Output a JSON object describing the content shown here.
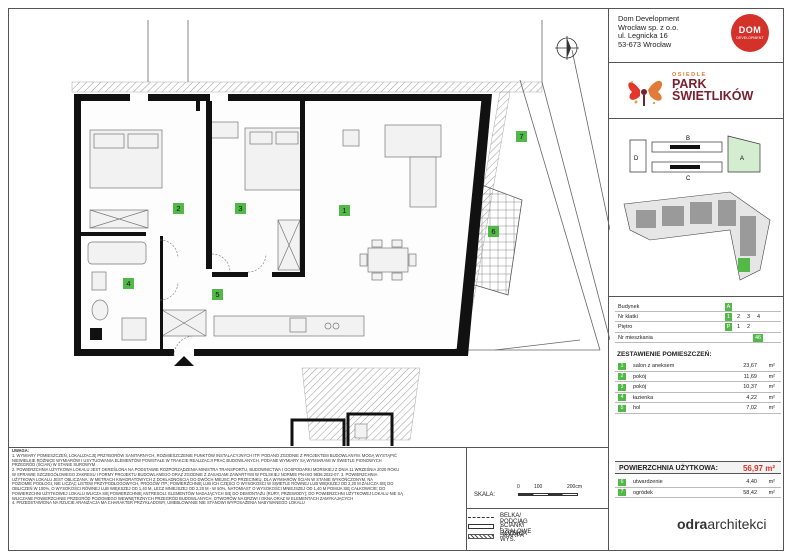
{
  "company": {
    "name": "Dom Development",
    "line2": "Wrocław sp. z o.o.",
    "street": "ul. Legnicka 16",
    "city": "53-673 Wrocław",
    "logo_text": "DOM",
    "logo_sub": "DEVELOPMENT"
  },
  "brand": {
    "line1": "OSIEDLE",
    "line2": "PARK",
    "line3": "ŚWIETLIKÓW"
  },
  "site_plan": {
    "block_labels": [
      "B",
      "C",
      "D",
      "A"
    ]
  },
  "info": {
    "building_label": "Budynek",
    "building_value": "A",
    "stairs_label": "Nr klatki",
    "stairs_options": [
      "1",
      "2",
      "3",
      "4"
    ],
    "stairs_selected": "1",
    "floor_label": "Piętro",
    "floor_options": [
      "P",
      "1",
      "2"
    ],
    "floor_selected": "P",
    "apt_label": "Nr mieszkania",
    "apt_value": "46"
  },
  "rooms_title": "ZESTAWIENIE POMIESZCZEŃ:",
  "rooms": [
    {
      "num": "1",
      "name": "salon z aneksem",
      "area": "23,67",
      "unit": "m²"
    },
    {
      "num": "2",
      "name": "pokój",
      "area": "11,69",
      "unit": "m²"
    },
    {
      "num": "3",
      "name": "pokój",
      "area": "10,37",
      "unit": "m²"
    },
    {
      "num": "4",
      "name": "łazienka",
      "area": "4,22",
      "unit": "m²"
    },
    {
      "num": "5",
      "name": "hol",
      "area": "7,02",
      "unit": "m²"
    }
  ],
  "usable_area": {
    "label": "POWIERZCHNIA UŻYTKOWA:",
    "value": "56,97 m²"
  },
  "extras": [
    {
      "num": "6",
      "name": "utwardzenie",
      "area": "4,40",
      "unit": "m²"
    },
    {
      "num": "7",
      "name": "ogródek",
      "area": "58,42",
      "unit": "m²"
    }
  ],
  "plan_labels": [
    "1",
    "2",
    "3",
    "4",
    "5",
    "6",
    "7"
  ],
  "notes": {
    "title": "UWAGA:",
    "lines": [
      "1. WYMIARY POMIESZCZEŃ, LOKALIZACJĘ PRZYBORÓW SANITARNYCH, ROZMIESZCZENIE PUNKTÓW INSTALACYJNYCH ITP. PODANO ZGODNIE Z PROJEKTEM BUDOWLANYM. MOGĄ WYSTĄPIĆ",
      "NIEWIELKIE RÓŻNICE WYMIARÓW I USYTUOWANIA ELEMENTÓW POWSTAŁE W TRAKCIE REALIZACJI PRAC BUDOWLANYCH. PODANE WYMIARY SĄ WYMIARAMI W ŚWIETLE PIONOWYCH",
      "PRZEGRÓD (ŚCIAN) W STANIE SUROWYM",
      "2. POWIERZCHNIA UŻYTKOWA LOKALU JEST OKREŚLONA NA PODSTAWIE ROZPORZĄDZENIA MINISTRA TRANSPORTU, BUDOWNICTWA I GOSPODARKI MORSKIEJ Z DNIA 11 WRZEŚNIA 2020 ROKU",
      "W SPRAWIE SZCZEGÓŁOWEGO ZAKRESU I FORMY PROJEKTU BUDOWLANEGO ORAZ ZGODNIE Z ZASADAMI ZAWARTYMI W POLSKIEJ NORMIE PN-ISO 9836:2022-07. 3. POWIERZCHNIA",
      "UŻYTKOWA LOKALU JEST OBLICZANA: W METRACH KWADRATOWYCH Z DOKŁADNOŚCIĄ DO DWÓCH MIEJSC PO PRZECINKU, DLA WYMIARÓW ŚCIAN W STANIE WYKOŃCZONYM, NA",
      "POZIOMIE PODŁOGI, NIE LICZĄC LISTEW PRZYPODŁOGOWYCH, PROGÓW ITP.; POWIERZCHNIĘ LUB ICH CZĘŚCI O WYSOKOŚCI W ŚWIETLE RÓWNEJ LUB WIĘKSZEJ OD 2,20 M ZALICZA SIĘ DO",
      "OBLICZEŃ W 100%, O WYSOKOŚCI RÓWNEJ LUB WIĘKSZEJ OD 1,40 M, LECZ MNIEJSZEJ OD 2,20 M - W 50%, NATOMIAST O WYSOKOŚCI MNIEJSZEJ OD 1,40 M POMIJA SIĘ CAŁKOWICIE; DO",
      "POWIERZCHNI UŻYTKOWEJ LOKALU WLICZA SIĘ POWIERZCHNIĘ ANTRESOLI. ELEMENTÓW NADAJĄCYCH SIĘ DO DEMONTAŻU (RURY, PRZEWODY); DO POWIERZCHNI UŻYTKOWEJ LOKALU NIE SĄ",
      "WLICZANE POWIERZCHNIE PRZEGRÓD POZIOMEGO WEWNĘTRZNYCH PRZEGRÓD BUDOWLANYCH, OTWORÓW NA DRZWI I OKNA ORAZ W ELEMENTACH ZAMYKAJĄCYCH",
      "4. PRZEDSTAWIONA NA RZUCIE ARANŻACJA MA CHARAKTER PRZYKŁADOWY, UMEBLOWANIE NIE STANOWI WYPOSAŻENIA NABYWANEGO LOKALU"
    ]
  },
  "scale": {
    "label": "SKALA:",
    "ticks": [
      "0",
      "100",
      "200cm"
    ]
  },
  "legend": [
    {
      "label": "BELKA/ PODCIĄG / RÓŻNICA WYS.",
      "style": "dashed"
    },
    {
      "label": "ŚCIANKI DZIAŁOWE",
      "style": "solid"
    },
    {
      "label": "SKARPA",
      "style": "hatch"
    }
  ],
  "architect": {
    "bold": "odra",
    "rest": "architekci"
  },
  "colors": {
    "accent": "#52b848",
    "wall": "#111111",
    "brand_red": "#d5312b",
    "brand_maroon": "#7a1f2f"
  }
}
